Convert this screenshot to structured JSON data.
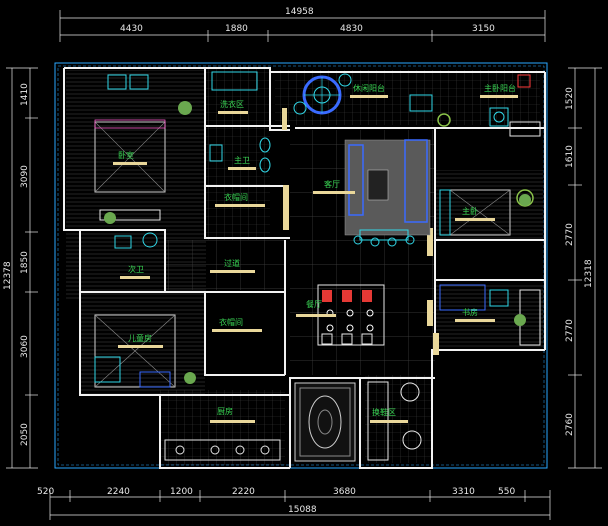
{
  "dimensions": {
    "top_total": "14958",
    "top_segments": [
      "4430",
      "1880",
      "4830",
      "3150"
    ],
    "bottom_total": "15088",
    "bottom_segments": [
      "520",
      "2240",
      "1200",
      "2220",
      "3680",
      "3310",
      "550"
    ],
    "left_total": "12378",
    "left_segments": [
      "1410",
      "3090",
      "1850",
      "3060",
      "2050"
    ],
    "right_total": "12318",
    "right_segments": [
      "1520",
      "1610",
      "2770",
      "2770",
      "2760"
    ]
  },
  "rooms": {
    "leisure_balcony": "休闲阳台",
    "master_balcony": "主卧阳台",
    "wash_area": "洗衣区",
    "bedroom_top_left": "卧室",
    "master_bath": "主卫",
    "closet_top": "衣帽间",
    "living_room": "客厅",
    "master_bedroom": "主卧",
    "second_bath": "次卫",
    "corridor": "过道",
    "dining_room": "餐厅",
    "study": "书房",
    "kids_room": "儿童房",
    "closet_mid": "衣帽间",
    "kitchen": "厨房",
    "shoe_area": "换鞋区"
  },
  "colors": {
    "background": "#000000",
    "wall": "#f2f2f2",
    "outer_frame": "#2aa7ff",
    "label": "#39d353",
    "label_bar": "#e9d79a",
    "furniture_cyan": "#31d8e8",
    "furniture_blue": "#3a6bff",
    "dimension": "#e8e8e8",
    "plant": "#8bc34a"
  }
}
